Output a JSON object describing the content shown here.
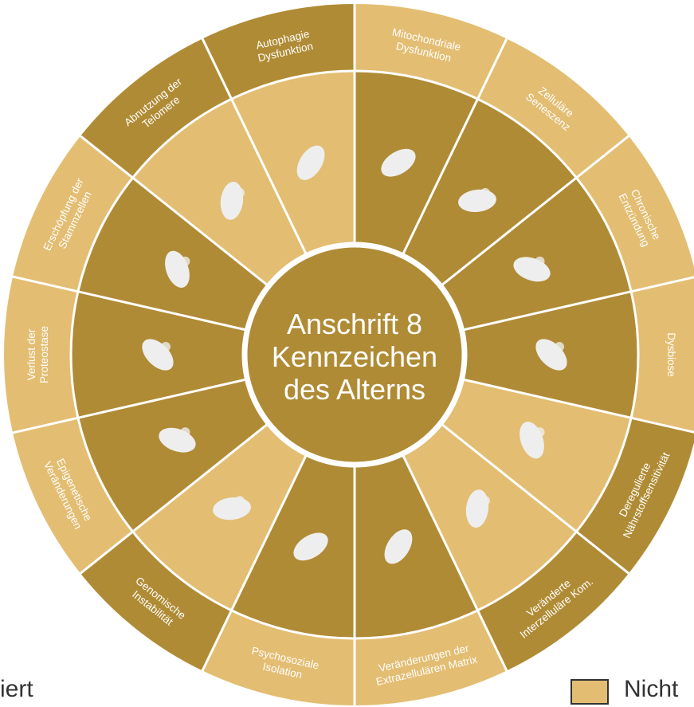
{
  "title_lines": [
    "Anschrift 8",
    "Kennzeichen",
    "des Alterns"
  ],
  "colors": {
    "dark": "#b08b35",
    "light": "#e3bd72",
    "divider": "#ffffff",
    "center": "#b08b35",
    "icon": "#eeeeee"
  },
  "segments": [
    {
      "lines": [
        "Mitochondriale",
        "Dysfunktion"
      ],
      "shade": "dark",
      "icon": "mitochondrion-icon"
    },
    {
      "lines": [
        "Zelluläre",
        "Seneszenz"
      ],
      "shade": "dark",
      "icon": "senescent-cell-icon"
    },
    {
      "lines": [
        "Chronische",
        "Entzündung"
      ],
      "shade": "dark",
      "icon": "inflammation-icon"
    },
    {
      "lines": [
        "Dysbiose"
      ],
      "shade": "dark",
      "icon": "bacterium-icon"
    },
    {
      "lines": [
        "Deregulierte",
        "Nährstoffsensitivität"
      ],
      "shade": "light",
      "icon": "cutlery-icon"
    },
    {
      "lines": [
        "Veränderte",
        "Interzelluläre Kom."
      ],
      "shade": "light",
      "icon": "network-icon"
    },
    {
      "lines": [
        "Veränderungen der",
        "Extrazellulären Matrix"
      ],
      "shade": "dark",
      "icon": "extracellular-matrix-icon"
    },
    {
      "lines": [
        "Psychosoziale",
        "Isolation"
      ],
      "shade": "dark",
      "icon": "people-group-icon"
    },
    {
      "lines": [
        "Genomische",
        "Instabilität"
      ],
      "shade": "light",
      "icon": "dna-helix-icon"
    },
    {
      "lines": [
        "Epigenetische",
        "Veränderungen"
      ],
      "shade": "dark",
      "icon": "chromatin-icon"
    },
    {
      "lines": [
        "Verlust der",
        "Proteostase"
      ],
      "shade": "dark",
      "icon": "protein-structure-icon"
    },
    {
      "lines": [
        "Erschöpfung der",
        "Stammzellen"
      ],
      "shade": "dark",
      "icon": "stem-cell-icon"
    },
    {
      "lines": [
        "Abnutzung der",
        "Telomere"
      ],
      "shade": "light",
      "icon": "chromosome-icon"
    },
    {
      "lines": [
        "Autophagie",
        "Dysfunktion"
      ],
      "shade": "light",
      "icon": "autophagy-icon"
    }
  ],
  "legend": {
    "left_label": "iert",
    "right_label": "Nicht"
  }
}
